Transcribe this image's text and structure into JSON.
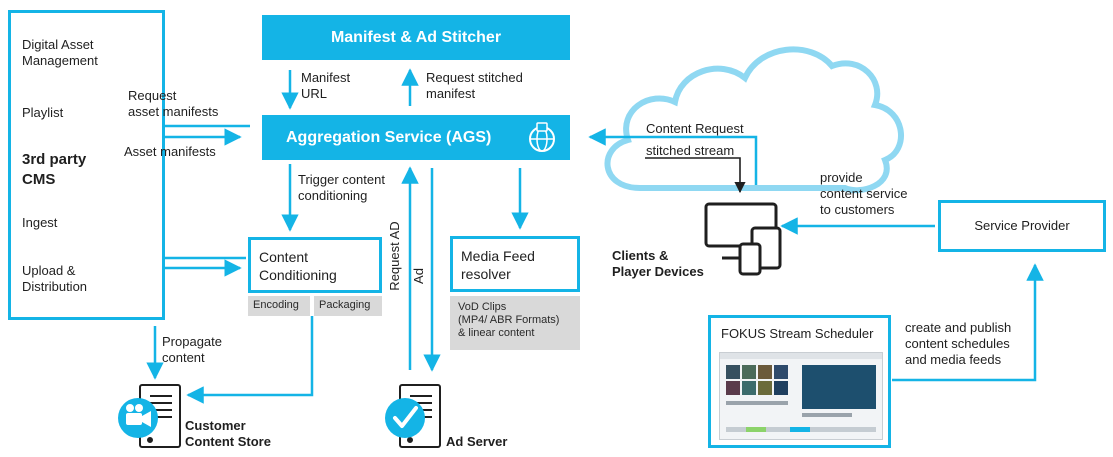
{
  "cms": {
    "dam": "Digital Asset Management",
    "playlist": "Playlist",
    "title_line1": "3rd party",
    "title_line2": "CMS",
    "ingest": "Ingest",
    "upload_line1": "Upload &",
    "upload_line2": "Distribution"
  },
  "stitcher": {
    "title": "Manifest & Ad Stitcher"
  },
  "ags": {
    "title": "Aggregation Service (AGS)"
  },
  "labels": {
    "manifest_url_1": "Manifest",
    "manifest_url_2": "URL",
    "request_stitched_1": "Request stitched",
    "request_stitched_2": "manifest",
    "request_asset_1": "Request",
    "request_asset_2": "asset manifests",
    "asset_manifests": "Asset manifests",
    "trigger_1": "Trigger content",
    "trigger_2": "conditioning",
    "request_ad": "Request AD",
    "ad": "Ad",
    "propagate_1": "Propagate",
    "propagate_2": "content",
    "content_request": "Content Request",
    "stitched_stream": "stitched stream",
    "provide_1": "provide",
    "provide_2": "content service",
    "provide_3": "to customers",
    "create_1": "create and publish",
    "create_2": "content schedules",
    "create_3": "and media feeds"
  },
  "conditioning": {
    "title_1": "Content",
    "title_2": "Conditioning",
    "encoding": "Encoding",
    "packaging": "Packaging"
  },
  "media_feed": {
    "title_1": "Media Feed",
    "title_2": "resolver",
    "clips_1": "VoD Clips",
    "clips_2": "(MP4/ ABR Formats)",
    "clips_3": "& linear content"
  },
  "clients": {
    "line1": "Clients &",
    "line2": "Player Devices"
  },
  "service_provider": {
    "title": "Service Provider"
  },
  "scheduler": {
    "title": "FOKUS Stream Scheduler"
  },
  "stores": {
    "customer_1": "Customer",
    "customer_2": "Content Store",
    "ad_server": "Ad Server"
  },
  "colors": {
    "accent": "#14b4e6",
    "grey": "#d9d9d9",
    "dark": "#1f1f1f"
  },
  "icons": [
    "video-camera-icon",
    "checkmark-icon",
    "globe-gear-icon",
    "server-icon",
    "cloud-icon",
    "devices-icon"
  ]
}
